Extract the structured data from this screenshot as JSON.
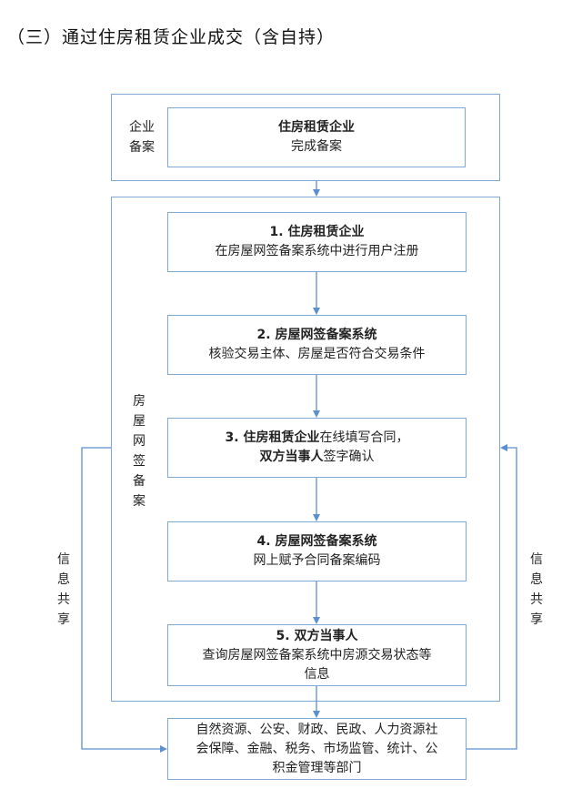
{
  "title": "（三）通过住房租赁企业成交（含自持）",
  "top_section": {
    "side_label_line1": "企业",
    "side_label_line2": "备案",
    "box_title": "住房租赁企业",
    "box_text": "完成备案"
  },
  "main_section_label": [
    "房",
    "屋",
    "网",
    "签",
    "备",
    "案"
  ],
  "steps": [
    {
      "title": "1. 住房租赁企业",
      "text": "在房屋网签备案系统中进行用户注册"
    },
    {
      "title": "2. 房屋网签备案系统",
      "text": "核验交易主体、房屋是否符合交易条件"
    },
    {
      "title_bold": "3. 住房租赁企业",
      "title_rest": "在线填写合同，",
      "line2_bold": "双方当事人",
      "line2_rest": "签字确认"
    },
    {
      "title": "4. 房屋网签备案系统",
      "text": "网上赋予合同备案编码"
    },
    {
      "title": "5. 双方当事人",
      "text_line1": "查询房屋网签备案系统中房源交易状态等",
      "text_line2": "信息"
    }
  ],
  "info_share_left": [
    "信",
    "息",
    "共",
    "享"
  ],
  "info_share_right": [
    "信",
    "息",
    "共",
    "享"
  ],
  "bottom_box": {
    "line1": "自然资源、公安、财政、民政、人力资源社",
    "line2": "会保障、金融、税务、市场监管、统计、公",
    "line3": "积金管理等部门"
  },
  "colors": {
    "border": "#7fa8d6",
    "arrow": "#5b8fd0",
    "hatch_border": "#8aa4c8"
  }
}
